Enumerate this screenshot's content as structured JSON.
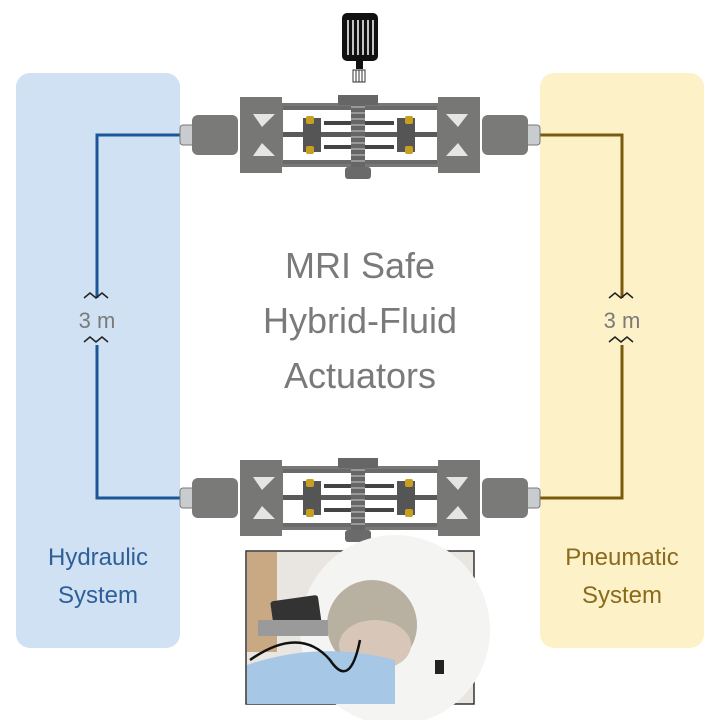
{
  "title": {
    "line1": "MRI Safe",
    "line2": "Hybrid-Fluid",
    "line3": "Actuators"
  },
  "left_panel": {
    "line1": "Hydraulic",
    "line2": "System",
    "length_label": "3 m"
  },
  "right_panel": {
    "line1": "Pneumatic",
    "line2": "System",
    "length_label": "3 m"
  },
  "colors": {
    "hydraulic_bg": "#cfe1f2",
    "hydraulic_line": "#1b5796",
    "pneumatic_bg": "#fdf1c8",
    "pneumatic_line": "#7a5a0e",
    "actuator": "#6e6e6e",
    "brass": "#c8a020"
  }
}
